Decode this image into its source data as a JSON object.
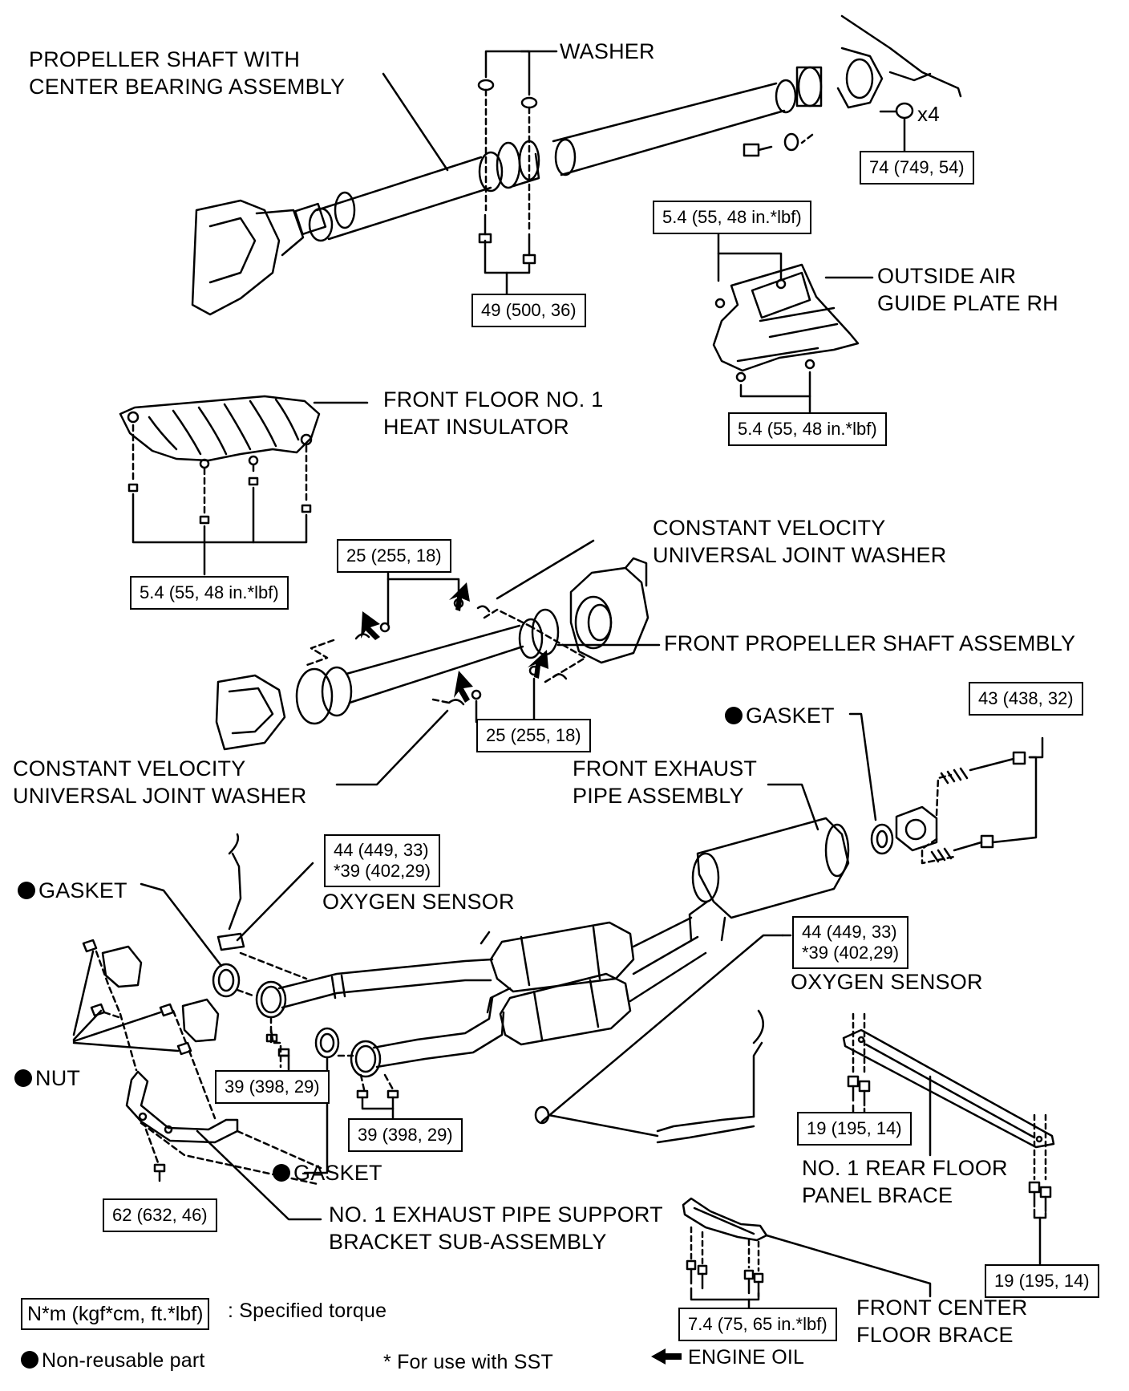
{
  "labels": {
    "propeller_shaft_1": "PROPELLER SHAFT WITH",
    "propeller_shaft_2": "CENTER BEARING ASSEMBLY",
    "washer": "WASHER",
    "x4": "x4",
    "outside_air_1": "OUTSIDE AIR",
    "outside_air_2": "GUIDE PLATE RH",
    "heat_insulator_1": "FRONT FLOOR NO. 1",
    "heat_insulator_2": "HEAT INSULATOR",
    "cv_washer_top_1": "CONSTANT VELOCITY",
    "cv_washer_top_2": "UNIVERSAL JOINT WASHER",
    "front_prop_shaft": "FRONT PROPELLER SHAFT ASSEMBLY",
    "gasket_right": "GASKET",
    "cv_washer_bottom_1": "CONSTANT VELOCITY",
    "cv_washer_bottom_2": "UNIVERSAL JOINT WASHER",
    "front_exhaust_1": "FRONT EXHAUST",
    "front_exhaust_2": "PIPE ASSEMBLY",
    "gasket_left": "GASKET",
    "oxygen_sensor_1": "OXYGEN SENSOR",
    "oxygen_sensor_2": "OXYGEN SENSOR",
    "nut": "NUT",
    "gasket_mid": "GASKET",
    "rear_brace_1": "NO. 1 REAR FLOOR",
    "rear_brace_2": "PANEL BRACE",
    "support_bracket_1": "NO. 1 EXHAUST PIPE SUPPORT",
    "support_bracket_2": "BRACKET SUB-ASSEMBLY",
    "center_brace_1": "FRONT CENTER",
    "center_brace_2": "FLOOR BRACE"
  },
  "torques": {
    "t_74": "74 (749, 54)",
    "t_54_top": "5.4 (55, 48 in.*lbf)",
    "t_49": "49 (500, 36)",
    "t_54_guide": "5.4 (55, 48 in.*lbf)",
    "t_54_insul": "5.4 (55, 48 in.*lbf)",
    "t_25_top": "25 (255, 18)",
    "t_25_bottom": "25 (255, 18)",
    "t_43": "43 (438, 32)",
    "t_44_left_1": "44 (449, 33)",
    "t_44_left_2": "*39 (402,29)",
    "t_44_right_1": "44 (449, 33)",
    "t_44_right_2": "*39 (402,29)",
    "t_39_left": "39 (398, 29)",
    "t_39_right": "39 (398, 29)",
    "t_19_left": "19 (195, 14)",
    "t_19_right": "19 (195, 14)",
    "t_62": "62 (632, 46)",
    "t_74b": "7.4 (75, 65 in.*lbf)"
  },
  "legend": {
    "torque_unit": "N*m (kgf*cm, ft.*lbf)",
    "torque_desc": ": Specified torque",
    "non_reusable": "Non-reusable part",
    "sst": "* For use with SST",
    "engine_oil": "ENGINE OIL"
  }
}
